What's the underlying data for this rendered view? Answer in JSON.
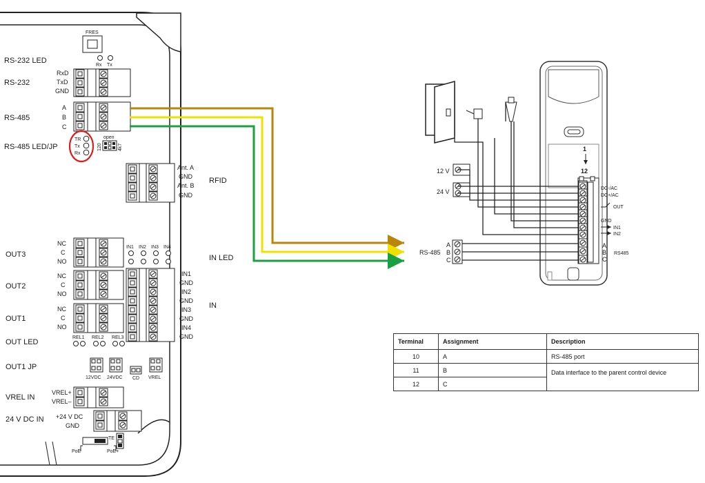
{
  "controller": {
    "button_label": "FRES",
    "led_rx": "Rx",
    "led_tx": "Tx",
    "rs232_led": "RS-232 LED",
    "rs232": "RS-232",
    "rs232_pins": [
      "RxD",
      "TxD",
      "GND"
    ],
    "rs485": "RS-485",
    "rs485_pins": [
      "A",
      "B",
      "C"
    ],
    "rs485_ledjp": "RS-485 LED/JP",
    "rs485_leds": [
      "TR",
      "Tx",
      "Rx"
    ],
    "jp_120": "120",
    "jp_open": "open",
    "jp_4k7": "4k7",
    "rfid": "RFID",
    "rfid_pins": [
      "Ant. A",
      "GND",
      "Ant. B",
      "GND"
    ],
    "in_leds": [
      "IN1",
      "IN2",
      "IN3",
      "IN4"
    ],
    "in_led": "IN LED",
    "in": "IN",
    "in_pins": [
      "IN1",
      "GND",
      "IN2",
      "GND",
      "IN3",
      "GND",
      "IN4",
      "GND"
    ],
    "out3": "OUT3",
    "out2": "OUT2",
    "out1": "OUT1",
    "relay_pins": [
      "NC",
      "C",
      "NO"
    ],
    "out_led": "OUT LED",
    "rel_leds": [
      "REL1",
      "REL2",
      "REL3"
    ],
    "out1_jp": "OUT1 JP",
    "jp_12vdc": "12VDC",
    "jp_24vdc": "24VDC",
    "jp_cd": "CD",
    "jp_vrel": "VREL",
    "vrel_in": "VREL IN",
    "vrel_pins": [
      "VREL+",
      "VREL–"
    ],
    "dc_in": "24 V DC IN",
    "dc_pins": [
      "+24 V DC",
      "GND"
    ],
    "te": "TE",
    "poe": "PoE",
    "poe_plus": "PoE+"
  },
  "reader": {
    "term_1": "1",
    "term_12": "12",
    "v12": "12 V",
    "v24": "24 V",
    "dc_minus": "DC-/AC",
    "dc_plus": "DC+/AC",
    "out": "OUT",
    "gnd": "GND",
    "in1": "IN1",
    "in2": "IN2",
    "abc": [
      "A",
      "B",
      "C"
    ],
    "rs485_right": "RS485",
    "rs485_left": "RS-485",
    "left_abc": [
      "A",
      "B",
      "C"
    ]
  },
  "wires": {
    "a_color": "#b8860b",
    "b_color": "#f0e000",
    "c_color": "#1aa040"
  },
  "table": {
    "headers": [
      "Terminal",
      "Assignment",
      "Description"
    ],
    "rows": [
      {
        "terminal": "10",
        "assignment": "A",
        "description": "RS-485 port"
      },
      {
        "terminal": "11",
        "assignment": "B",
        "description": "Data interface to the parent control device"
      },
      {
        "terminal": "12",
        "assignment": "C",
        "description": ""
      }
    ]
  }
}
